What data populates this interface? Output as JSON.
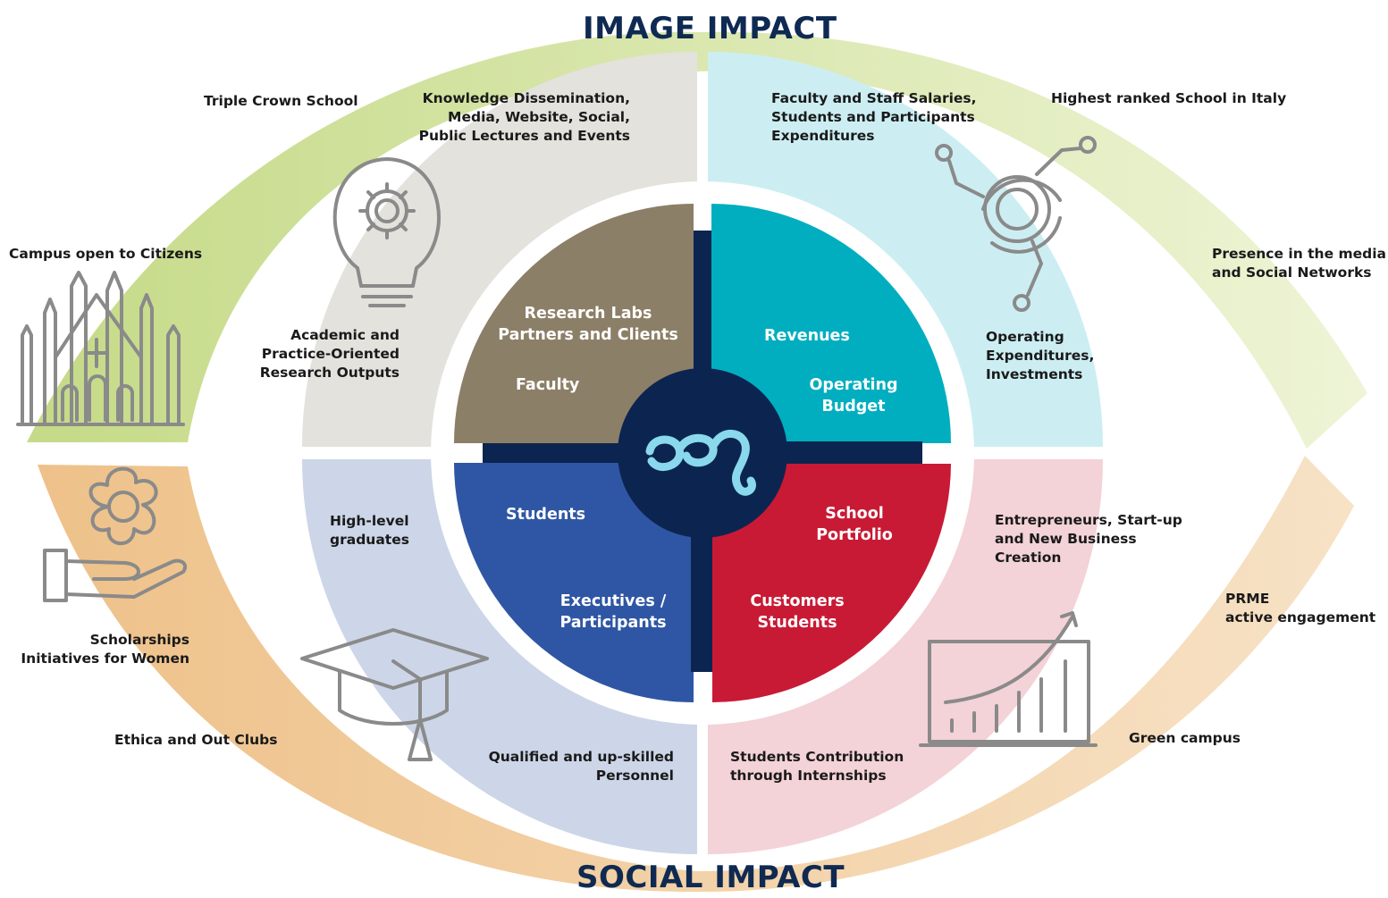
{
  "titles": {
    "top": "IMAGE IMPACT",
    "bottom": "SOCIAL IMPACT"
  },
  "image_impact": {
    "triple_crown": "Triple Crown School",
    "campus_open": "Campus open to Citizens",
    "highest_ranked": "Highest ranked School in Italy",
    "media_presence": "Presence in the media\nand Social Networks"
  },
  "social_impact": {
    "scholarships": "Scholarships\nInitiatives for Women",
    "ethica": "Ethica and Out Clubs",
    "prme": "PRME\nactive engagement",
    "green_campus": "Green campus"
  },
  "outer_ring": {
    "knowledge": "Knowledge Dissemination,\nMedia, Website, Social,\nPublic Lectures and Events",
    "research_outputs": "Academic and\nPractice-Oriented\nResearch Outputs",
    "salaries": "Faculty and Staff  Salaries,\nStudents and Participants\nExpenditures",
    "operating_exp": "Operating\nExpenditures,\nInvestments",
    "graduates": "High-level\ngraduates",
    "personnel": "Qualified and up-skilled\nPersonnel",
    "entrepreneurs": "Entrepreneurs, Start-up\nand New Business\nCreation",
    "internships": "Students Contribution\nthrough Internships"
  },
  "inner_ring": {
    "research_labs": "Research Labs\nPartners and Clients",
    "faculty": "Faculty",
    "revenues": "Revenues",
    "operating_budget": "Operating\nBudget",
    "students": "Students",
    "executives": "Executives /\nParticipants",
    "school_portfolio": "School\nPortfolio",
    "customers": "Customers\nStudents"
  },
  "colors": {
    "title": "#0f2a52",
    "center_navy": "#0c2550",
    "inner_taupe": "#8c7f67",
    "inner_teal": "#00aebf",
    "inner_blue": "#2f56a4",
    "inner_red": "#c81a35",
    "outer_gray": "#e3e2dd",
    "outer_cyan": "#cceef3",
    "outer_lavender": "#ccd6e8",
    "outer_pink": "#f3d2d8",
    "arc_green": "#c9dd90",
    "arc_orange": "#efc48c",
    "logo": "#8ad8ec",
    "icon_stroke": "#8a8a8a"
  },
  "icons": [
    "cathedral-icon",
    "lightbulb-gear-icon",
    "circuit-target-icon",
    "flower-hand-icon",
    "graduation-cap-icon",
    "growth-chart-icon",
    "school-logo-icon"
  ]
}
